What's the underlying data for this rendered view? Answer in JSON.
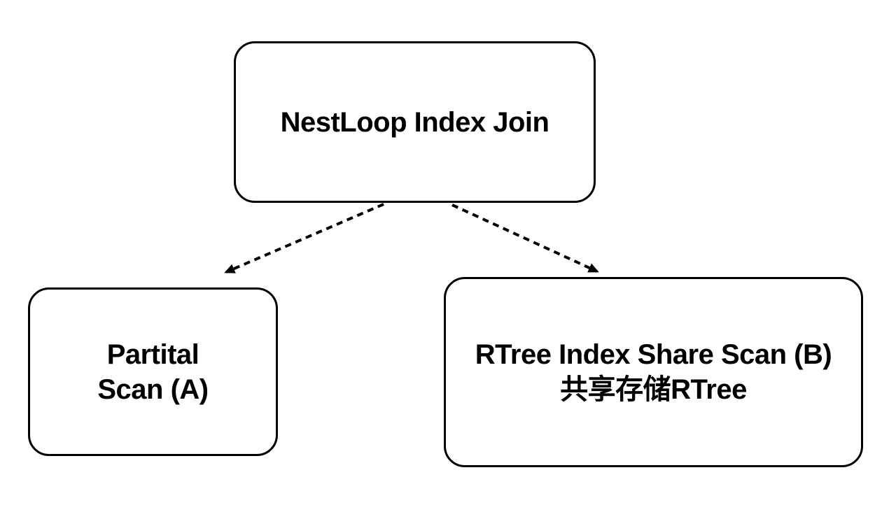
{
  "diagram": {
    "colors": {
      "background": "#ffffff",
      "node_fill": "#ffffff",
      "stroke": "#000000",
      "text": "#000000"
    },
    "nodes": {
      "root": {
        "label": "NestLoop Index Join"
      },
      "scan_a": {
        "lines": [
          "Partital",
          "Scan (A)"
        ]
      },
      "scan_b": {
        "lines": [
          "RTree Index Share Scan (B)",
          "共享存储RTree"
        ]
      }
    },
    "edges": [
      {
        "from": "root",
        "to": "scan_a",
        "line_style": "dashed",
        "arrowhead": "at-target"
      },
      {
        "from": "root",
        "to": "scan_b",
        "line_style": "dashed",
        "arrowhead": "at-target"
      }
    ]
  }
}
